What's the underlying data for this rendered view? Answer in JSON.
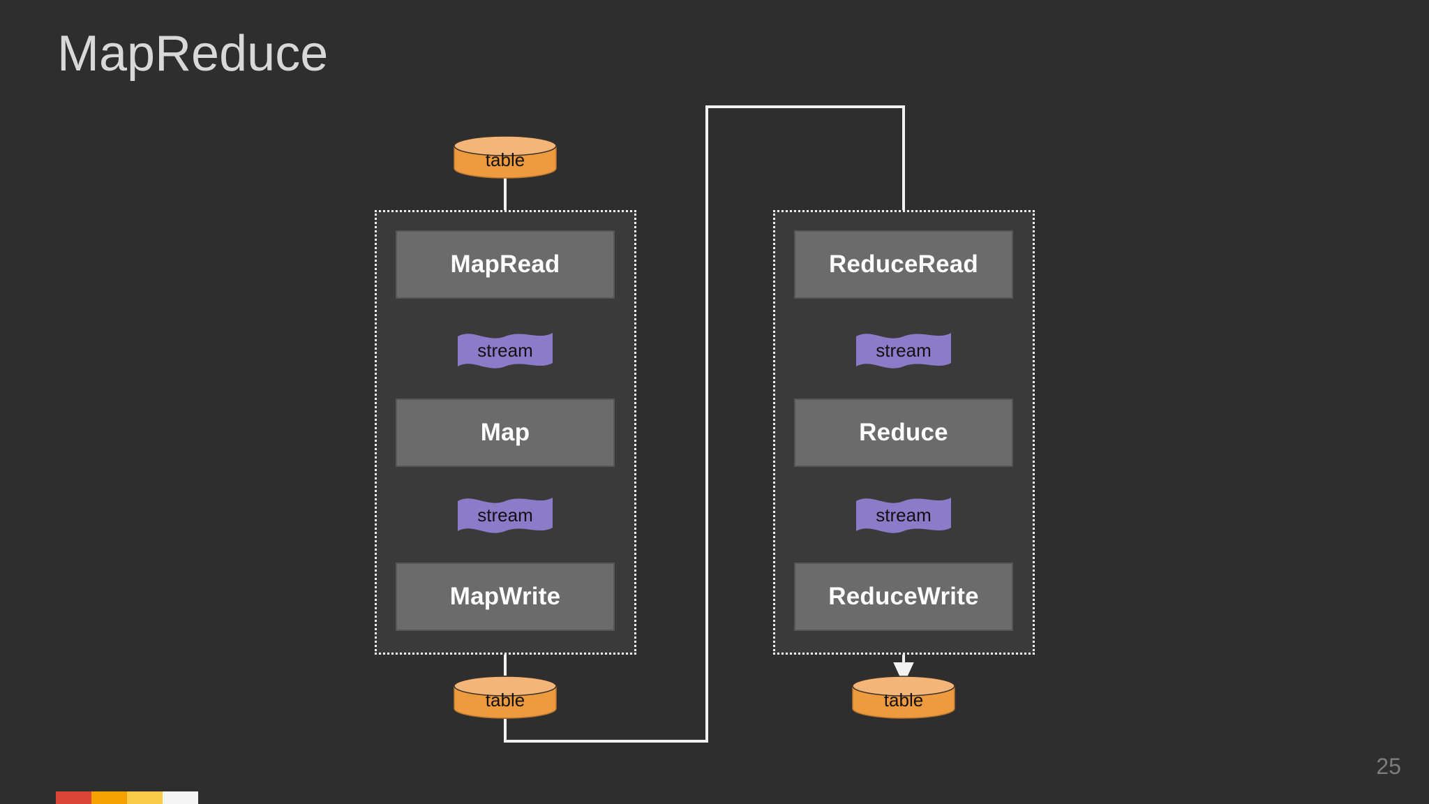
{
  "slide": {
    "title": "MapReduce",
    "page_number": "25",
    "background_color": "#2e2e2e",
    "title_color": "#d8d8d8"
  },
  "brand_bars": [
    {
      "name": "bar-red",
      "color": "#db4437"
    },
    {
      "name": "bar-orange",
      "color": "#f5a100"
    },
    {
      "name": "bar-yellow",
      "color": "#f9ca48"
    },
    {
      "name": "bar-white",
      "color": "#f5f5f5"
    }
  ],
  "palette": {
    "table_body": "#ed9b3e",
    "table_top": "#f4b678",
    "stream_fill": "#8b7bc8",
    "process_fill": "#6b6b6b",
    "process_text": "#ffffff",
    "group_fill": "#3a3a3a",
    "group_border": "#f2f2f2",
    "wire": "#f2f2f2"
  },
  "diagram": {
    "type": "flowchart",
    "tables": {
      "map_input": {
        "label": "table"
      },
      "map_output": {
        "label": "table"
      },
      "reduce_output": {
        "label": "table"
      }
    },
    "groups": [
      {
        "id": "map",
        "name": "map-stage-group",
        "nodes": [
          {
            "id": "map-read",
            "label": "MapRead",
            "kind": "process"
          },
          {
            "id": "map-s1",
            "label": "stream",
            "kind": "stream"
          },
          {
            "id": "map",
            "label": "Map",
            "kind": "process"
          },
          {
            "id": "map-s2",
            "label": "stream",
            "kind": "stream"
          },
          {
            "id": "map-write",
            "label": "MapWrite",
            "kind": "process"
          }
        ]
      },
      {
        "id": "reduce",
        "name": "reduce-stage-group",
        "nodes": [
          {
            "id": "reduce-read",
            "label": "ReduceRead",
            "kind": "process"
          },
          {
            "id": "reduce-s1",
            "label": "stream",
            "kind": "stream"
          },
          {
            "id": "reduce",
            "label": "Reduce",
            "kind": "process"
          },
          {
            "id": "reduce-s2",
            "label": "stream",
            "kind": "stream"
          },
          {
            "id": "reduce-write",
            "label": "ReduceWrite",
            "kind": "process"
          }
        ]
      }
    ],
    "edges": [
      {
        "from": "map_input",
        "to": "map-read",
        "style": "arrow"
      },
      {
        "from": "map-read",
        "to": "map-s1",
        "style": "arrow"
      },
      {
        "from": "map-s1",
        "to": "map",
        "style": "arrow"
      },
      {
        "from": "map",
        "to": "map-s2",
        "style": "arrow"
      },
      {
        "from": "map-s2",
        "to": "map-write",
        "style": "arrow"
      },
      {
        "from": "map-write",
        "to": "map_output",
        "style": "arrow"
      },
      {
        "from": "map_output",
        "to": "reduce-read",
        "style": "routed"
      },
      {
        "from": "reduce-read",
        "to": "reduce-s1",
        "style": "arrow"
      },
      {
        "from": "reduce-s1",
        "to": "reduce",
        "style": "arrow"
      },
      {
        "from": "reduce",
        "to": "reduce-s2",
        "style": "arrow"
      },
      {
        "from": "reduce-s2",
        "to": "reduce-write",
        "style": "arrow"
      },
      {
        "from": "reduce-write",
        "to": "reduce_output",
        "style": "arrow"
      }
    ]
  }
}
